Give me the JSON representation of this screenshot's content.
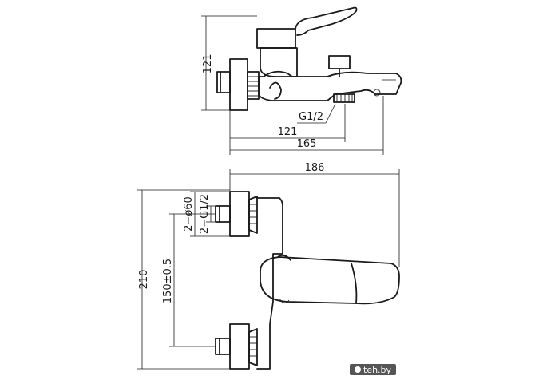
{
  "dimensions": {
    "side_height": "121",
    "thread_side": "G1/2",
    "spout_reach": "121",
    "overall_depth": "165",
    "overall_width": "186",
    "flange_diameter": "2−ø60",
    "thread_front": "2−G1/2",
    "center_distance": "150±0.5",
    "overall_height": "210"
  },
  "watermark": {
    "text": "teh.by"
  },
  "colors": {
    "line": "#1a1a1a",
    "background": "#ffffff"
  }
}
